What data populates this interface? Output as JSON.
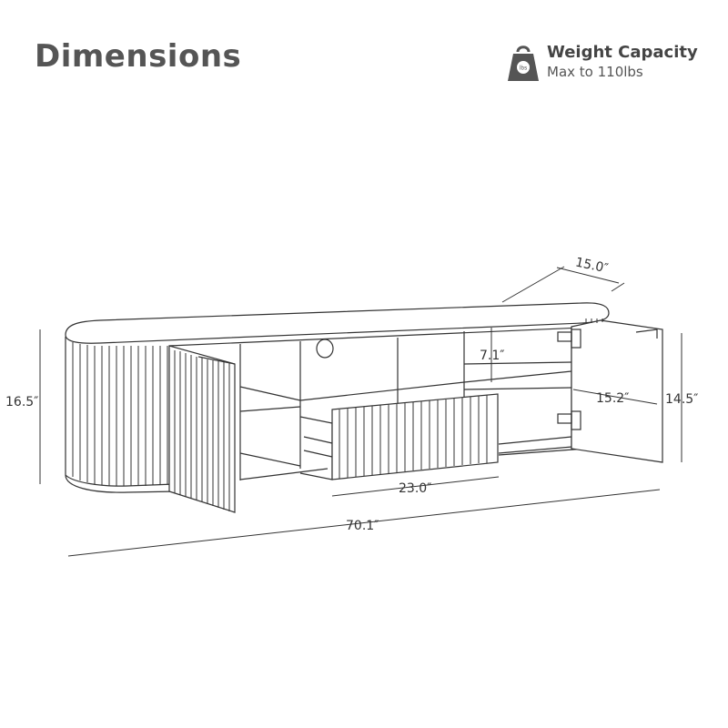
{
  "header": {
    "title": "Dimensions"
  },
  "weight_capacity": {
    "icon": "weight-icon",
    "icon_label": "lbs",
    "title": "Weight Capacity",
    "subtitle": "Max to 110lbs"
  },
  "dimensions": {
    "depth": "15.0″",
    "height_total": "16.5″",
    "shelf_height": "7.1″",
    "inner_depth": "15.2″",
    "door_height": "14.5″",
    "drawer_width": "23.0″",
    "total_width": "70.1″"
  },
  "colors": {
    "line": "#333333",
    "icon": "#555555"
  }
}
